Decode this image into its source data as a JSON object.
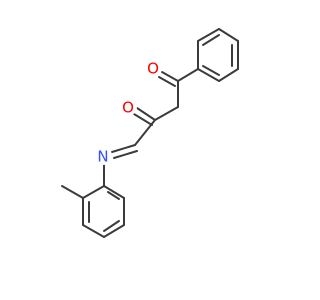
{
  "molecule": {
    "atoms": [
      {
        "id": "O1",
        "label": "O",
        "color": "#ff0000"
      },
      {
        "id": "O2",
        "label": "O",
        "color": "#ff0000"
      },
      {
        "id": "N1",
        "label": "N",
        "color": "#3050f8"
      }
    ]
  },
  "colors": {
    "bond": "#3b3b3b",
    "background": "#ffffff"
  }
}
